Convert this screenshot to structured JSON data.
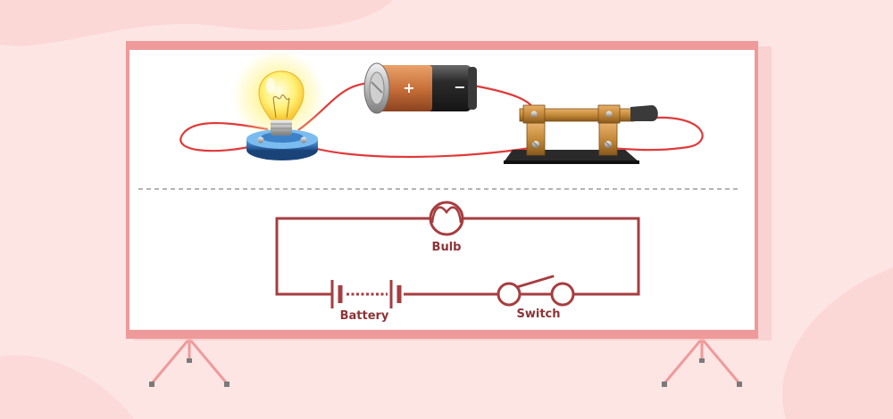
{
  "diagram": {
    "labels": {
      "bulb": "Bulb",
      "battery": "Battery",
      "switch": "Switch"
    },
    "battery_terminals": {
      "positive": "+",
      "negative": "−"
    }
  },
  "colors": {
    "background": "#fde5e4",
    "board_frame": "#ef9a9a",
    "board": "#ffffff",
    "wire_realistic": "#e03a3a",
    "schematic_line": "#a63d40",
    "label_text": "#8c3337",
    "battery_copper": "#c9703a",
    "battery_black": "#2c2c2c",
    "bulb_glow": "#fff176",
    "base_blue": "#2a6fb8",
    "switch_brass": "#c48a3a"
  },
  "icons": [
    "light-bulb-icon",
    "battery-icon",
    "knife-switch-icon",
    "lamp-symbol-icon",
    "cell-symbol-icon",
    "switch-symbol-icon"
  ]
}
